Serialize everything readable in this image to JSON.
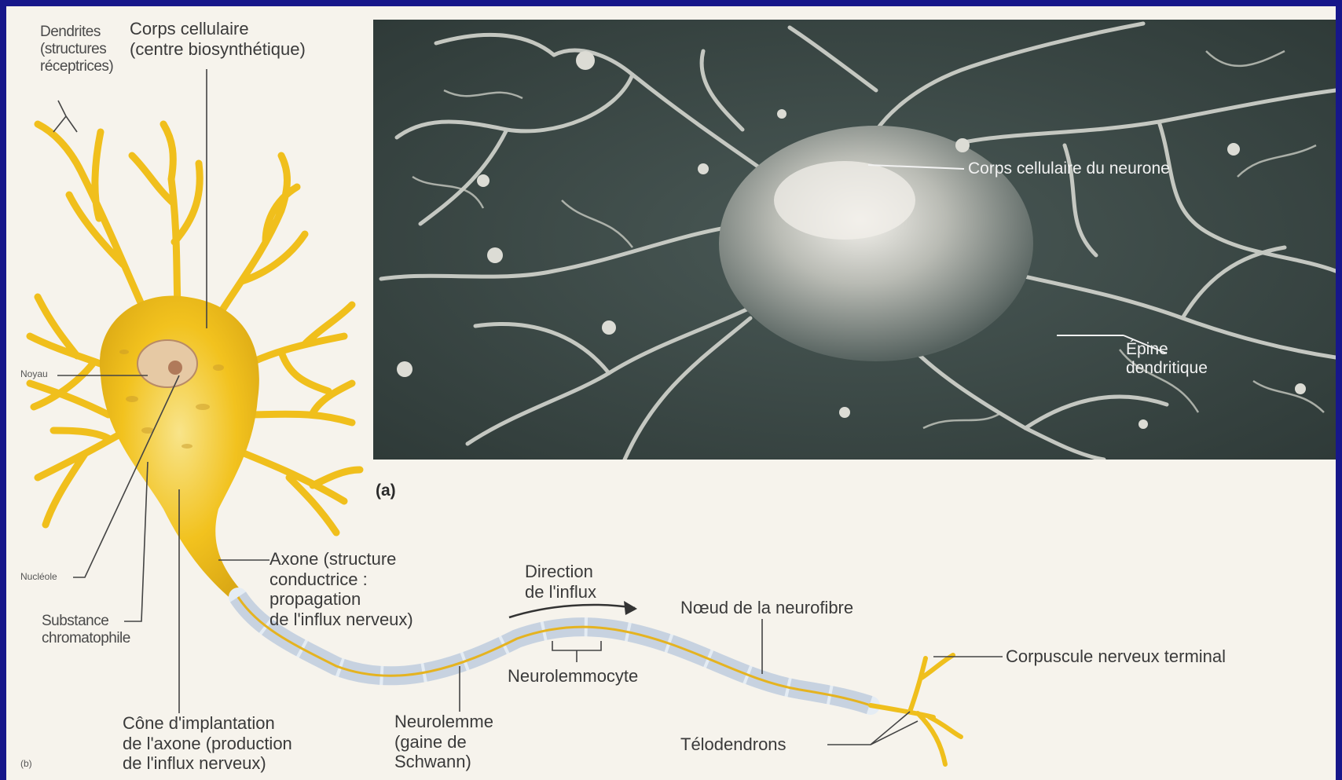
{
  "labels": {
    "dendrites": [
      "Dendrites",
      "(structures",
      "réceptrices)"
    ],
    "corps": [
      "Corps cellulaire",
      "(centre biosynthétique)"
    ],
    "noyau": "Noyau",
    "nucleole": "Nucléole",
    "substance": [
      "Substance",
      "chromatophile"
    ],
    "cone": [
      "Cône d'implantation",
      "de l'axone (production",
      "de l'influx nerveux)"
    ],
    "axone": [
      "Axone (structure",
      "conductrice :",
      "propagation",
      "de l'influx nerveux)"
    ],
    "direction": [
      "Direction",
      "de l'influx"
    ],
    "noeud": "Nœud de la neurofibre",
    "neurolemmocyte": "Neurolemmocyte",
    "neurolemme": [
      "Neurolemme",
      "(gaine de",
      "Schwann)"
    ],
    "corpuscule": "Corpuscule nerveux terminal",
    "telodendrons": "Télodendrons",
    "photo_corps": "Corps cellulaire du neurone",
    "epine": [
      "Épine",
      "dendritique"
    ],
    "panel_a": "(a)",
    "panel_b": "(b)"
  },
  "colors": {
    "border": "#17178a",
    "page": "#f6f3ec",
    "neuron": "#f2c21e",
    "neuron_dark": "#d9a514",
    "myelin": "#dfe9f2",
    "photo": "#3c4a48",
    "photo_highlight": "#e9e7e2"
  }
}
